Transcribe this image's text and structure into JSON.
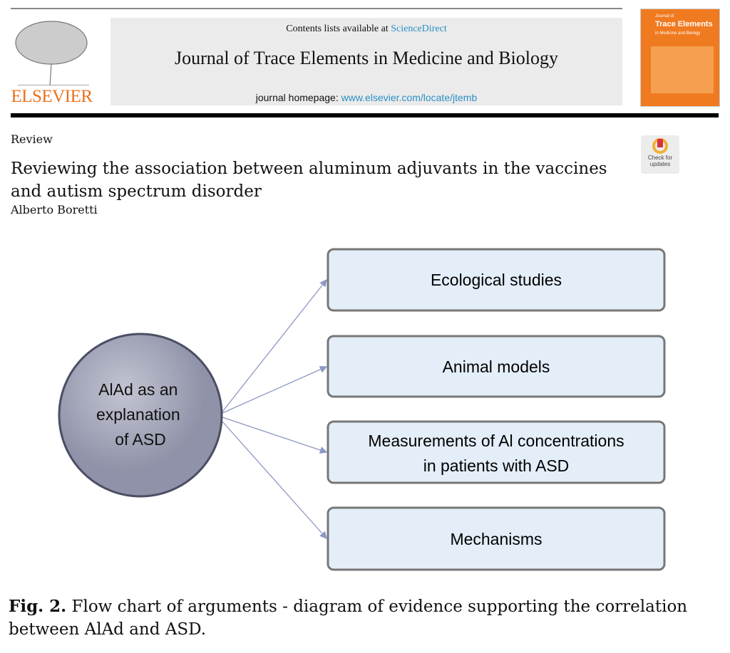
{
  "header": {
    "contents_prefix": "Contents lists available at ",
    "contents_link": "ScienceDirect",
    "journal_title": "Journal of Trace Elements in Medicine and Biology",
    "homepage_prefix": "journal homepage: ",
    "homepage_link": "www.elsevier.com/locate/jtemb",
    "publisher": "ELSEVIER",
    "cover_title": "Trace Elements",
    "cover_subtitle": "in Medicine and Biology",
    "cover_journal_of": "Journal of"
  },
  "article": {
    "type": "Review",
    "title": "Reviewing the association between aluminum adjuvants in the vaccines and autism spectrum disorder",
    "author": "Alberto Boretti",
    "check_updates": "Check for updates"
  },
  "diagram": {
    "center": [
      "AlAd as an",
      "explanation",
      "of ASD"
    ],
    "boxes": [
      [
        "Ecological studies"
      ],
      [
        "Animal models"
      ],
      [
        "Measurements of Al concentrations",
        "in patients with ASD"
      ],
      [
        "Mechanisms"
      ]
    ]
  },
  "caption": {
    "label": "Fig. 2.",
    "text": " Flow chart of arguments - diagram of evidence supporting the correlation between AlAd and ASD."
  },
  "colors": {
    "box_fill": "#e4eef9",
    "circle_fill": "#a3a6b8",
    "link": "#2a8fc4",
    "elsevier": "#e9711c"
  }
}
